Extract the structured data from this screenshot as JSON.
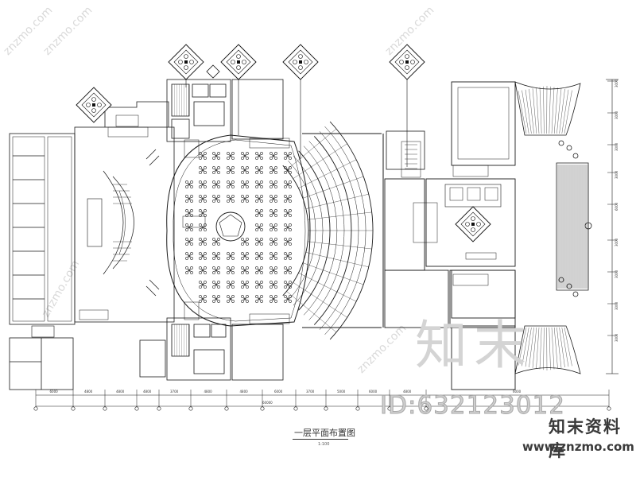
{
  "drawing": {
    "caption": "一层平面布置图",
    "caption_sub": "1:100"
  },
  "dimensions": {
    "bottom": [
      "6000",
      "4800",
      "4800",
      "4800",
      "3700",
      "4800",
      "4800",
      "6000",
      "3700",
      "5000",
      "6000",
      "4800",
      "6000"
    ],
    "total": "60000",
    "right": [
      "3000",
      "3000",
      "3000",
      "3000",
      "6000",
      "3000",
      "3000",
      "3000",
      "3000"
    ]
  },
  "watermark": {
    "big": "知末",
    "id": "ID:632123012",
    "logo": "知末资料库",
    "url": "www.znzmo.com",
    "diagonal": "znzmo.com"
  },
  "colors": {
    "line": "#1a1a1a",
    "background": "#ffffff",
    "watermark": "#d4d4d4"
  }
}
